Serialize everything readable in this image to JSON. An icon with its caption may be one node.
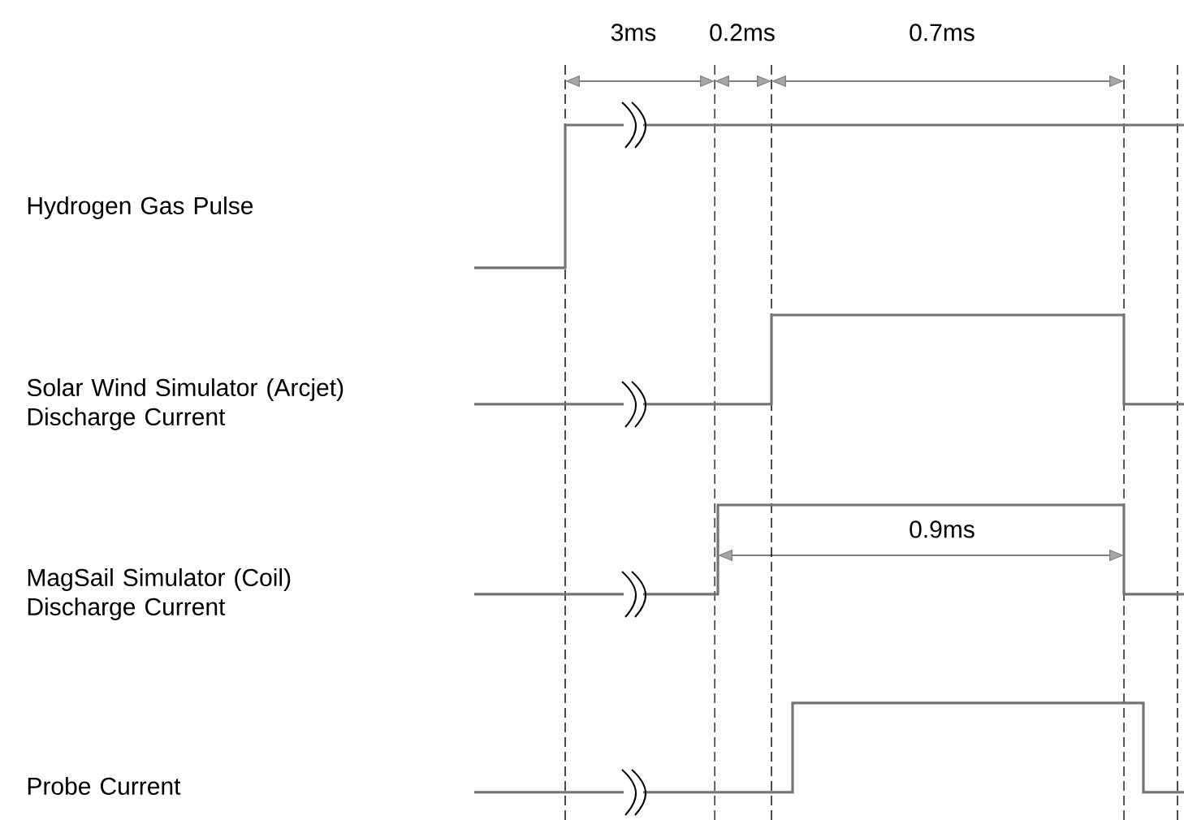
{
  "diagram": {
    "labels": [
      "3ms",
      "0.2ms",
      "0.7ms",
      "Hydrogen Gas Pulse",
      "Solar Wind Simulator (Arcjet) Discharge Current",
      "0.9ms",
      "MagSail Simulator (Coil) Discharge Current",
      "Probe Current"
    ]
  }
}
